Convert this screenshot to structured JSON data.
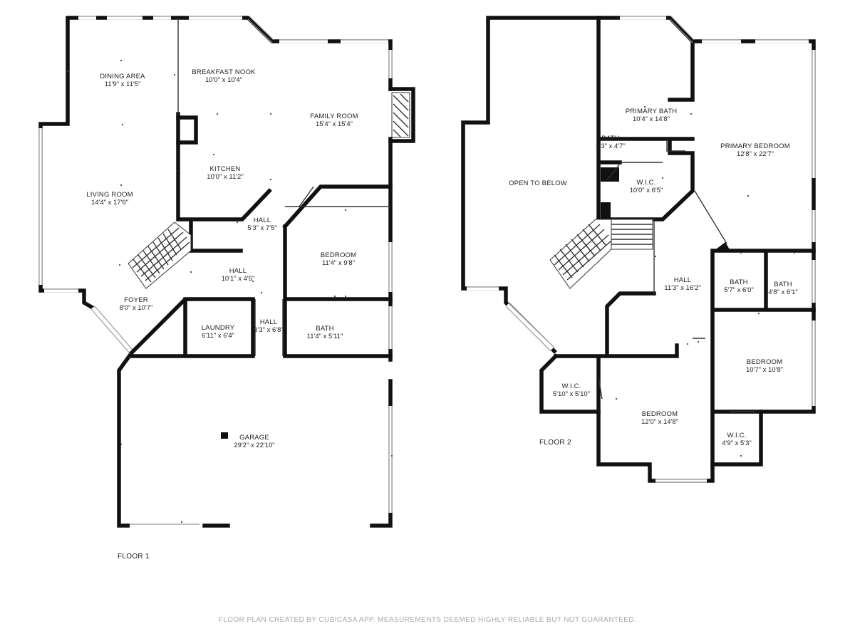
{
  "floors": [
    {
      "label": "FLOOR 1",
      "rooms": [
        {
          "name": "DINING AREA",
          "dims": "11'9\" x 11'5\""
        },
        {
          "name": "BREAKFAST NOOK",
          "dims": "10'0\" x 10'4\""
        },
        {
          "name": "FAMILY ROOM",
          "dims": "15'4\" x 15'4\""
        },
        {
          "name": "KITCHEN",
          "dims": "10'0\" x 11'2\""
        },
        {
          "name": "LIVING ROOM",
          "dims": "14'4\" x 17'6\""
        },
        {
          "name": "HALL",
          "dims": "5'3\" x 7'5\""
        },
        {
          "name": "BEDROOM",
          "dims": "11'4\" x 9'8\""
        },
        {
          "name": "HALL",
          "dims": "10'1\" x 4'5\""
        },
        {
          "name": "FOYER",
          "dims": "8'0\" x 10'7\""
        },
        {
          "name": "LAUNDRY",
          "dims": "6'11\" x 6'4\""
        },
        {
          "name": "HALL",
          "dims": "3'3\" x 6'8\""
        },
        {
          "name": "BATH",
          "dims": "11'4\" x 5'11\""
        },
        {
          "name": "GARAGE",
          "dims": "29'2\" x 22'10\""
        }
      ]
    },
    {
      "label": "FLOOR 2",
      "rooms": [
        {
          "name": "OPEN TO BELOW",
          "dims": ""
        },
        {
          "name": "PRIMARY BATH",
          "dims": "10'4\" x 14'8\""
        },
        {
          "name": "PRIMARY BEDROOM",
          "dims": "12'8\" x 22'7\""
        },
        {
          "name": "BATH",
          "dims": "2'3\" x 4'7\""
        },
        {
          "name": "W.I.C.",
          "dims": "10'0\" x 6'5\""
        },
        {
          "name": "HALL",
          "dims": "11'3\" x 16'2\""
        },
        {
          "name": "BATH",
          "dims": "5'7\" x 6'0\""
        },
        {
          "name": "BATH",
          "dims": "4'8\" x 6'1\""
        },
        {
          "name": "BEDROOM",
          "dims": "10'7\" x 10'8\""
        },
        {
          "name": "W.I.C.",
          "dims": "5'10\" x 5'10\""
        },
        {
          "name": "BEDROOM",
          "dims": "12'0\" x 14'8\""
        },
        {
          "name": "W.I.C.",
          "dims": "4'9\" x 5'3\""
        }
      ]
    }
  ],
  "footer": "FLOOR PLAN CREATED BY CUBICASA APP. MEASUREMENTS DEEMED HIGHLY RELIABLE BUT NOT GUARANTEED."
}
